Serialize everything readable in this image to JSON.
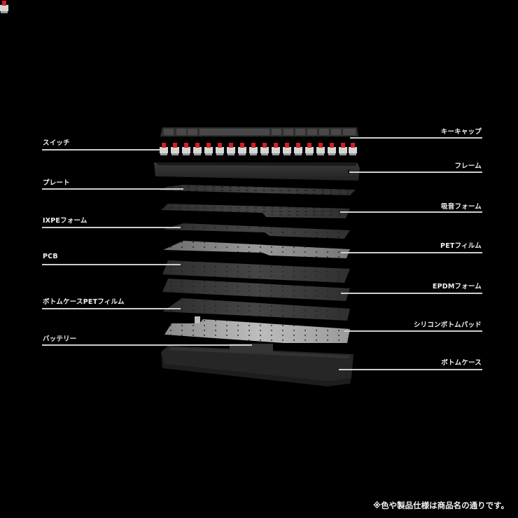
{
  "diagram": {
    "title": "",
    "type": "exploded-view",
    "subject": "keyboard",
    "background_color": "#000000",
    "left_labels": [
      {
        "id": "switch",
        "text": "スイッチ"
      },
      {
        "id": "plate",
        "text": "プレート"
      },
      {
        "id": "ixpe-foam",
        "text": "IXPEフォーム"
      },
      {
        "id": "pcb",
        "text": "PCB"
      },
      {
        "id": "bottom-case-pet-film",
        "text": "ボトムケースPETフィルム"
      },
      {
        "id": "battery",
        "text": "バッテリー"
      }
    ],
    "right_labels": [
      {
        "id": "keycap",
        "text": "キーキャップ"
      },
      {
        "id": "frame",
        "text": "フレーム"
      },
      {
        "id": "sound-absorbing-foam",
        "text": "吸音フォーム"
      },
      {
        "id": "pet-film",
        "text": "PETフィルム"
      },
      {
        "id": "epdm-foam",
        "text": "EPDMフォーム"
      },
      {
        "id": "silicone-bottom-pad",
        "text": "シリコンボトムパッド"
      },
      {
        "id": "bottom-case",
        "text": "ボトムケース"
      }
    ],
    "colors": {
      "switch_stem": "#d01f26",
      "switch_housing": "#d8d8d8",
      "keycap": "#3a3a3a",
      "frame": "#2a2a2a",
      "layer_dark": "#3c3c3c",
      "layer_light": "#8a8a8a",
      "leader_line": "#cfcfcf"
    }
  },
  "footer": {
    "note": "※色や製品仕様は商品名の通りです。"
  }
}
